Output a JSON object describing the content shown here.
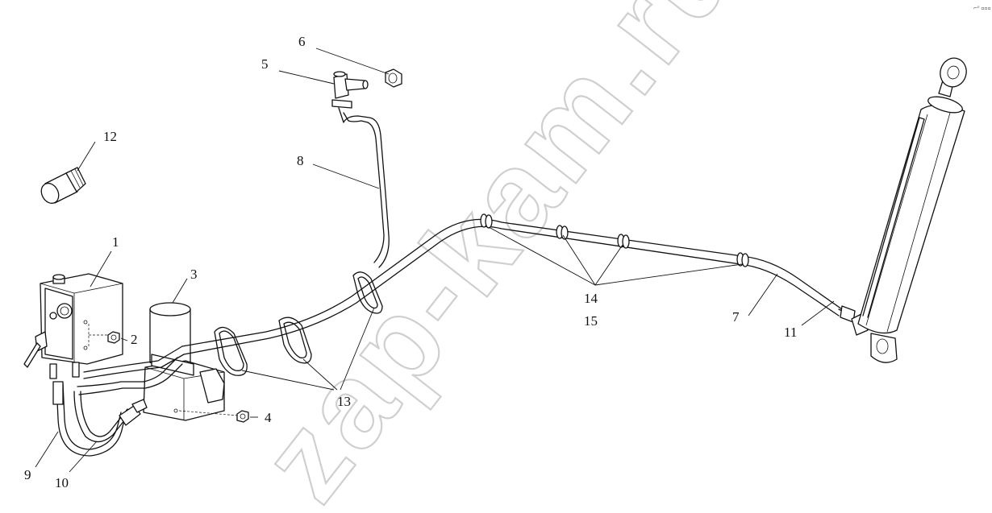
{
  "watermark": "zap-kam.ru",
  "corner_mark": "⌐⁰ ▫▫▫",
  "callouts": {
    "c1": "1",
    "c2": "2",
    "c3": "3",
    "c4": "4",
    "c5": "5",
    "c6": "6",
    "c7": "7",
    "c8": "8",
    "c9": "9",
    "c10": "10",
    "c11": "11",
    "c12": "12",
    "c13": "13",
    "c14": "14",
    "c15": "15"
  },
  "colors": {
    "line": "#111111",
    "watermark": "#cfcfcf",
    "background": "#ffffff"
  }
}
